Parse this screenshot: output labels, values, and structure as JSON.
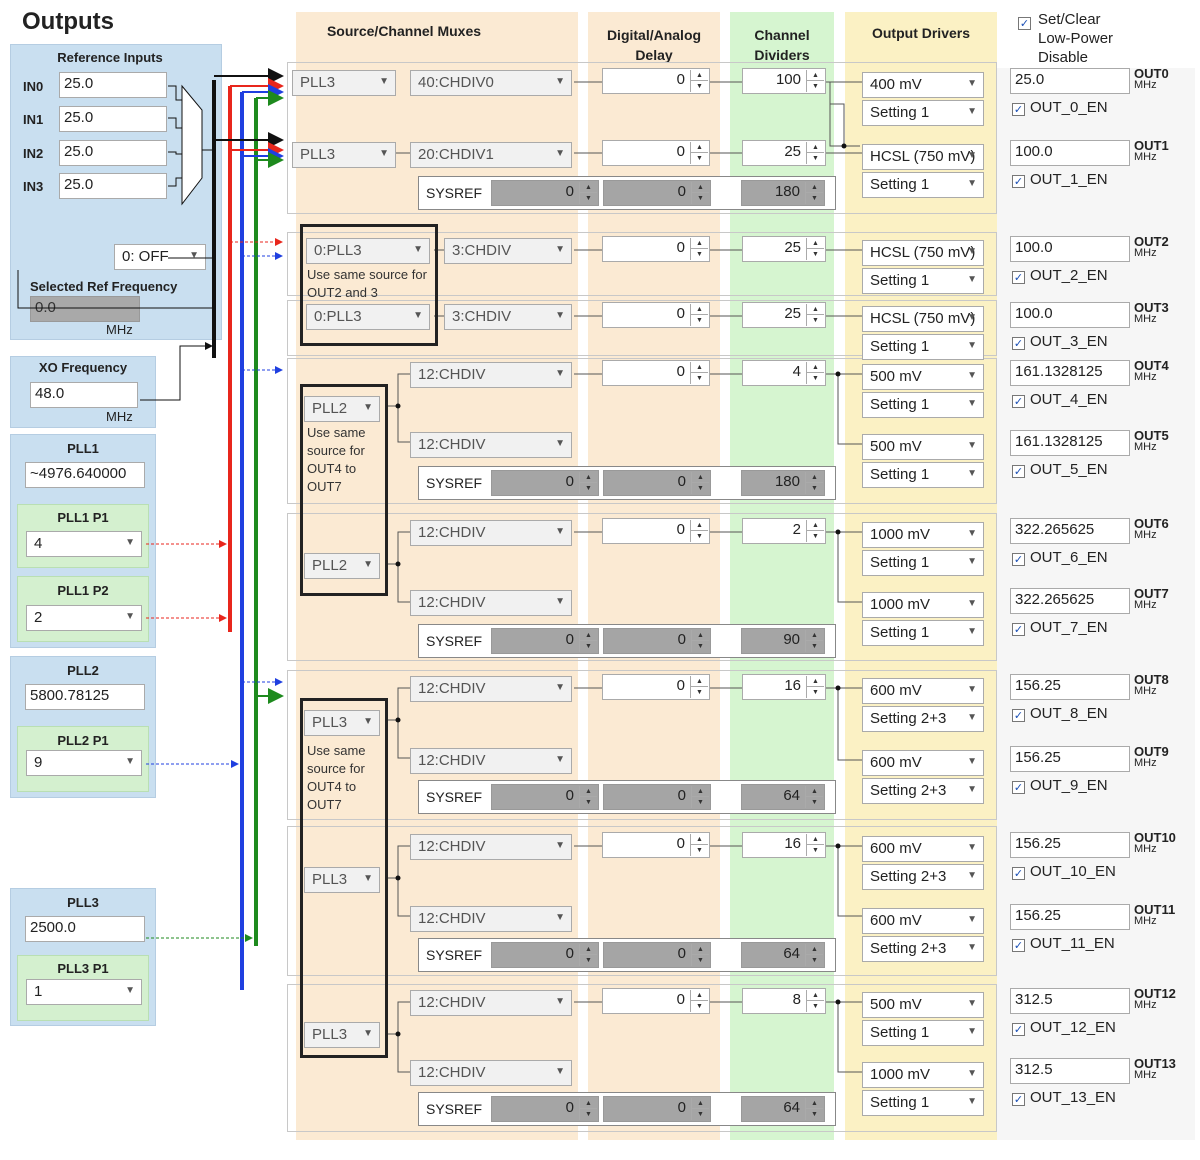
{
  "page_title": "Outputs",
  "reference_inputs": {
    "title": "Reference Inputs",
    "inputs": [
      {
        "label": "IN0",
        "value": "25.0"
      },
      {
        "label": "IN1",
        "value": "25.0"
      },
      {
        "label": "IN2",
        "value": "25.0"
      },
      {
        "label": "IN3",
        "value": "25.0"
      }
    ],
    "select": "0: OFF",
    "selected_ref_label": "Selected Ref Frequency",
    "selected_ref_value": "0.0",
    "unit": "MHz"
  },
  "xo": {
    "label": "XO Frequency",
    "value": "48.0",
    "unit": "MHz"
  },
  "pll1": {
    "label": "PLL1",
    "value": "~4976.640000",
    "p1_label": "PLL1 P1",
    "p1_value": "4",
    "p2_label": "PLL1 P2",
    "p2_value": "2"
  },
  "pll2": {
    "label": "PLL2",
    "value": "5800.78125",
    "p1_label": "PLL2 P1",
    "p1_value": "9"
  },
  "pll3": {
    "label": "PLL3",
    "value": "2500.0",
    "p1_label": "PLL3 P1",
    "p1_value": "1"
  },
  "headers": {
    "mux": "Source/Channel Muxes",
    "delay_1": "Digital/Analog",
    "delay_2": "Delay",
    "div_1": "Channel",
    "div_2": "Dividers",
    "drivers": "Output Drivers",
    "lp_1": "Set/Clear",
    "lp_2": "Low-Power",
    "lp_3": "Disable"
  },
  "sysref_label": "SYSREF",
  "rows": {
    "r0": {
      "src": "PLL3",
      "chdiv": "40:CHDIV0",
      "delay": "0",
      "div": "100",
      "drv": "400 mV",
      "setting": "Setting 1",
      "freq": "25.0",
      "out": "OUT0",
      "en": "OUT_0_EN"
    },
    "r1": {
      "src": "PLL3",
      "chdiv": "20:CHDIV1",
      "delay": "0",
      "div": "25",
      "drv": "HCSL (750 mV)",
      "setting": "Setting 1",
      "freq": "100.0",
      "out": "OUT1",
      "en": "OUT_1_EN"
    },
    "r2": {
      "src": "0:PLL3",
      "chdiv": "3:CHDIV",
      "delay": "0",
      "div": "25",
      "drv": "HCSL (750 mV)",
      "setting": "Setting 1",
      "freq": "100.0",
      "out": "OUT2",
      "en": "OUT_2_EN"
    },
    "r3": {
      "src": "0:PLL3",
      "chdiv": "3:CHDIV",
      "delay": "0",
      "div": "25",
      "drv": "HCSL (750 mV)",
      "setting": "Setting 1",
      "freq": "100.0",
      "out": "OUT3",
      "en": "OUT_3_EN"
    },
    "r4": {
      "chdiv": "12:CHDIV",
      "delay": "0",
      "div": "4",
      "drv": "500 mV",
      "setting": "Setting 1",
      "freq": "161.1328125",
      "out": "OUT4",
      "en": "OUT_4_EN"
    },
    "r5": {
      "chdiv": "12:CHDIV",
      "drv": "500 mV",
      "setting": "Setting 1",
      "freq": "161.1328125",
      "out": "OUT5",
      "en": "OUT_5_EN"
    },
    "r6": {
      "chdiv": "12:CHDIV",
      "delay": "0",
      "div": "2",
      "drv": "1000 mV",
      "setting": "Setting 1",
      "freq": "322.265625",
      "out": "OUT6",
      "en": "OUT_6_EN"
    },
    "r7": {
      "chdiv": "12:CHDIV",
      "drv": "1000 mV",
      "setting": "Setting 1",
      "freq": "322.265625",
      "out": "OUT7",
      "en": "OUT_7_EN"
    },
    "r8": {
      "chdiv": "12:CHDIV",
      "delay": "0",
      "div": "16",
      "drv": "600 mV",
      "setting": "Setting 2+3",
      "freq": "156.25",
      "out": "OUT8",
      "en": "OUT_8_EN"
    },
    "r9": {
      "chdiv": "12:CHDIV",
      "drv": "600 mV",
      "setting": "Setting 2+3",
      "freq": "156.25",
      "out": "OUT9",
      "en": "OUT_9_EN"
    },
    "r10": {
      "chdiv": "12:CHDIV",
      "delay": "0",
      "div": "16",
      "drv": "600 mV",
      "setting": "Setting 2+3",
      "freq": "156.25",
      "out": "OUT10",
      "en": "OUT_10_EN"
    },
    "r11": {
      "chdiv": "12:CHDIV",
      "drv": "600 mV",
      "setting": "Setting 2+3",
      "freq": "156.25",
      "out": "OUT11",
      "en": "OUT_11_EN"
    },
    "r12": {
      "chdiv": "12:CHDIV",
      "delay": "0",
      "div": "8",
      "drv": "500 mV",
      "setting": "Setting 1",
      "freq": "312.5",
      "out": "OUT12",
      "en": "OUT_12_EN"
    },
    "r13": {
      "chdiv": "12:CHDIV",
      "drv": "1000 mV",
      "setting": "Setting 1",
      "freq": "312.5",
      "out": "OUT13",
      "en": "OUT_13_EN"
    }
  },
  "sysrefs": {
    "s1": {
      "d1": "0",
      "d2": "0",
      "div": "180"
    },
    "s2": {
      "d1": "0",
      "d2": "0",
      "div": "180"
    },
    "s3": {
      "d1": "0",
      "d2": "0",
      "div": "90"
    },
    "s4": {
      "d1": "0",
      "d2": "0",
      "div": "64"
    },
    "s5": {
      "d1": "0",
      "d2": "0",
      "div": "64"
    },
    "s6": {
      "d1": "0",
      "d2": "0",
      "div": "64"
    }
  },
  "shared": {
    "g1": {
      "src": "PLL2",
      "note": "Use same source for OUT4 to OUT7"
    },
    "g2": {
      "src": "PLL2"
    },
    "g3": {
      "src": "PLL3",
      "note": "Use same source for OUT4 to OUT7"
    },
    "g4": {
      "src": "PLL3"
    },
    "g5": {
      "src": "PLL3"
    },
    "out23_note": "Use same source for OUT2 and 3"
  },
  "units": {
    "mhz": "MHz"
  },
  "colors": {
    "pll1": "#e8261c",
    "pll2": "#1f3fe0",
    "pll3": "#1e8a1e",
    "black": "#111111"
  }
}
